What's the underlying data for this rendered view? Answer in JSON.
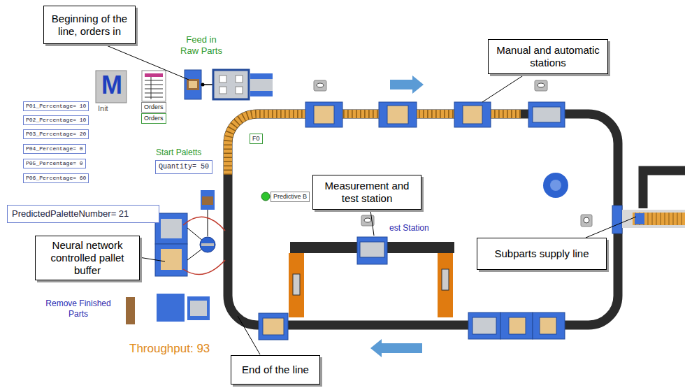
{
  "diagram": {
    "nodes": [
      {
        "text": [
          "Beginning of the line, orders in"
        ]
      },
      {
        "text": [
          "Manual and automatic stations"
        ]
      },
      {
        "text": [
          "P01_Percentage= 10"
        ]
      },
      {
        "text": [
          "P02_Percentage= 10"
        ]
      },
      {
        "text": [
          "P03_Percentage= 20"
        ]
      },
      {
        "text": [
          "P04_Percentage= 0"
        ]
      },
      {
        "text": [
          "P05_Percentage= 0"
        ]
      },
      {
        "text": [
          "P06_Percentage= 60"
        ]
      },
      {
        "text": [
          "Orders"
        ]
      },
      {
        "text": [
          "Orders"
        ]
      },
      {
        "text": [
          "Start Paletts",
          "Quantity= 50"
        ]
      },
      {
        "text": [
          "F0"
        ]
      },
      {
        "text": [
          "Predictive B"
        ]
      },
      {
        "text": [
          "Measurement and test station"
        ]
      },
      {
        "text": [
          "PredictedPaletteNumber= 21"
        ]
      },
      {
        "text": [
          "Neural network controlled pallet buffer"
        ]
      },
      {
        "text": [
          "Subparts supply line"
        ]
      },
      {
        "text": [
          "End of the line"
        ]
      }
    ],
    "labels": [
      "Feed in Raw Parts",
      "M",
      "Init",
      "est Station",
      "Remove Finished Parts",
      "Throughput: 93"
    ]
  }
}
